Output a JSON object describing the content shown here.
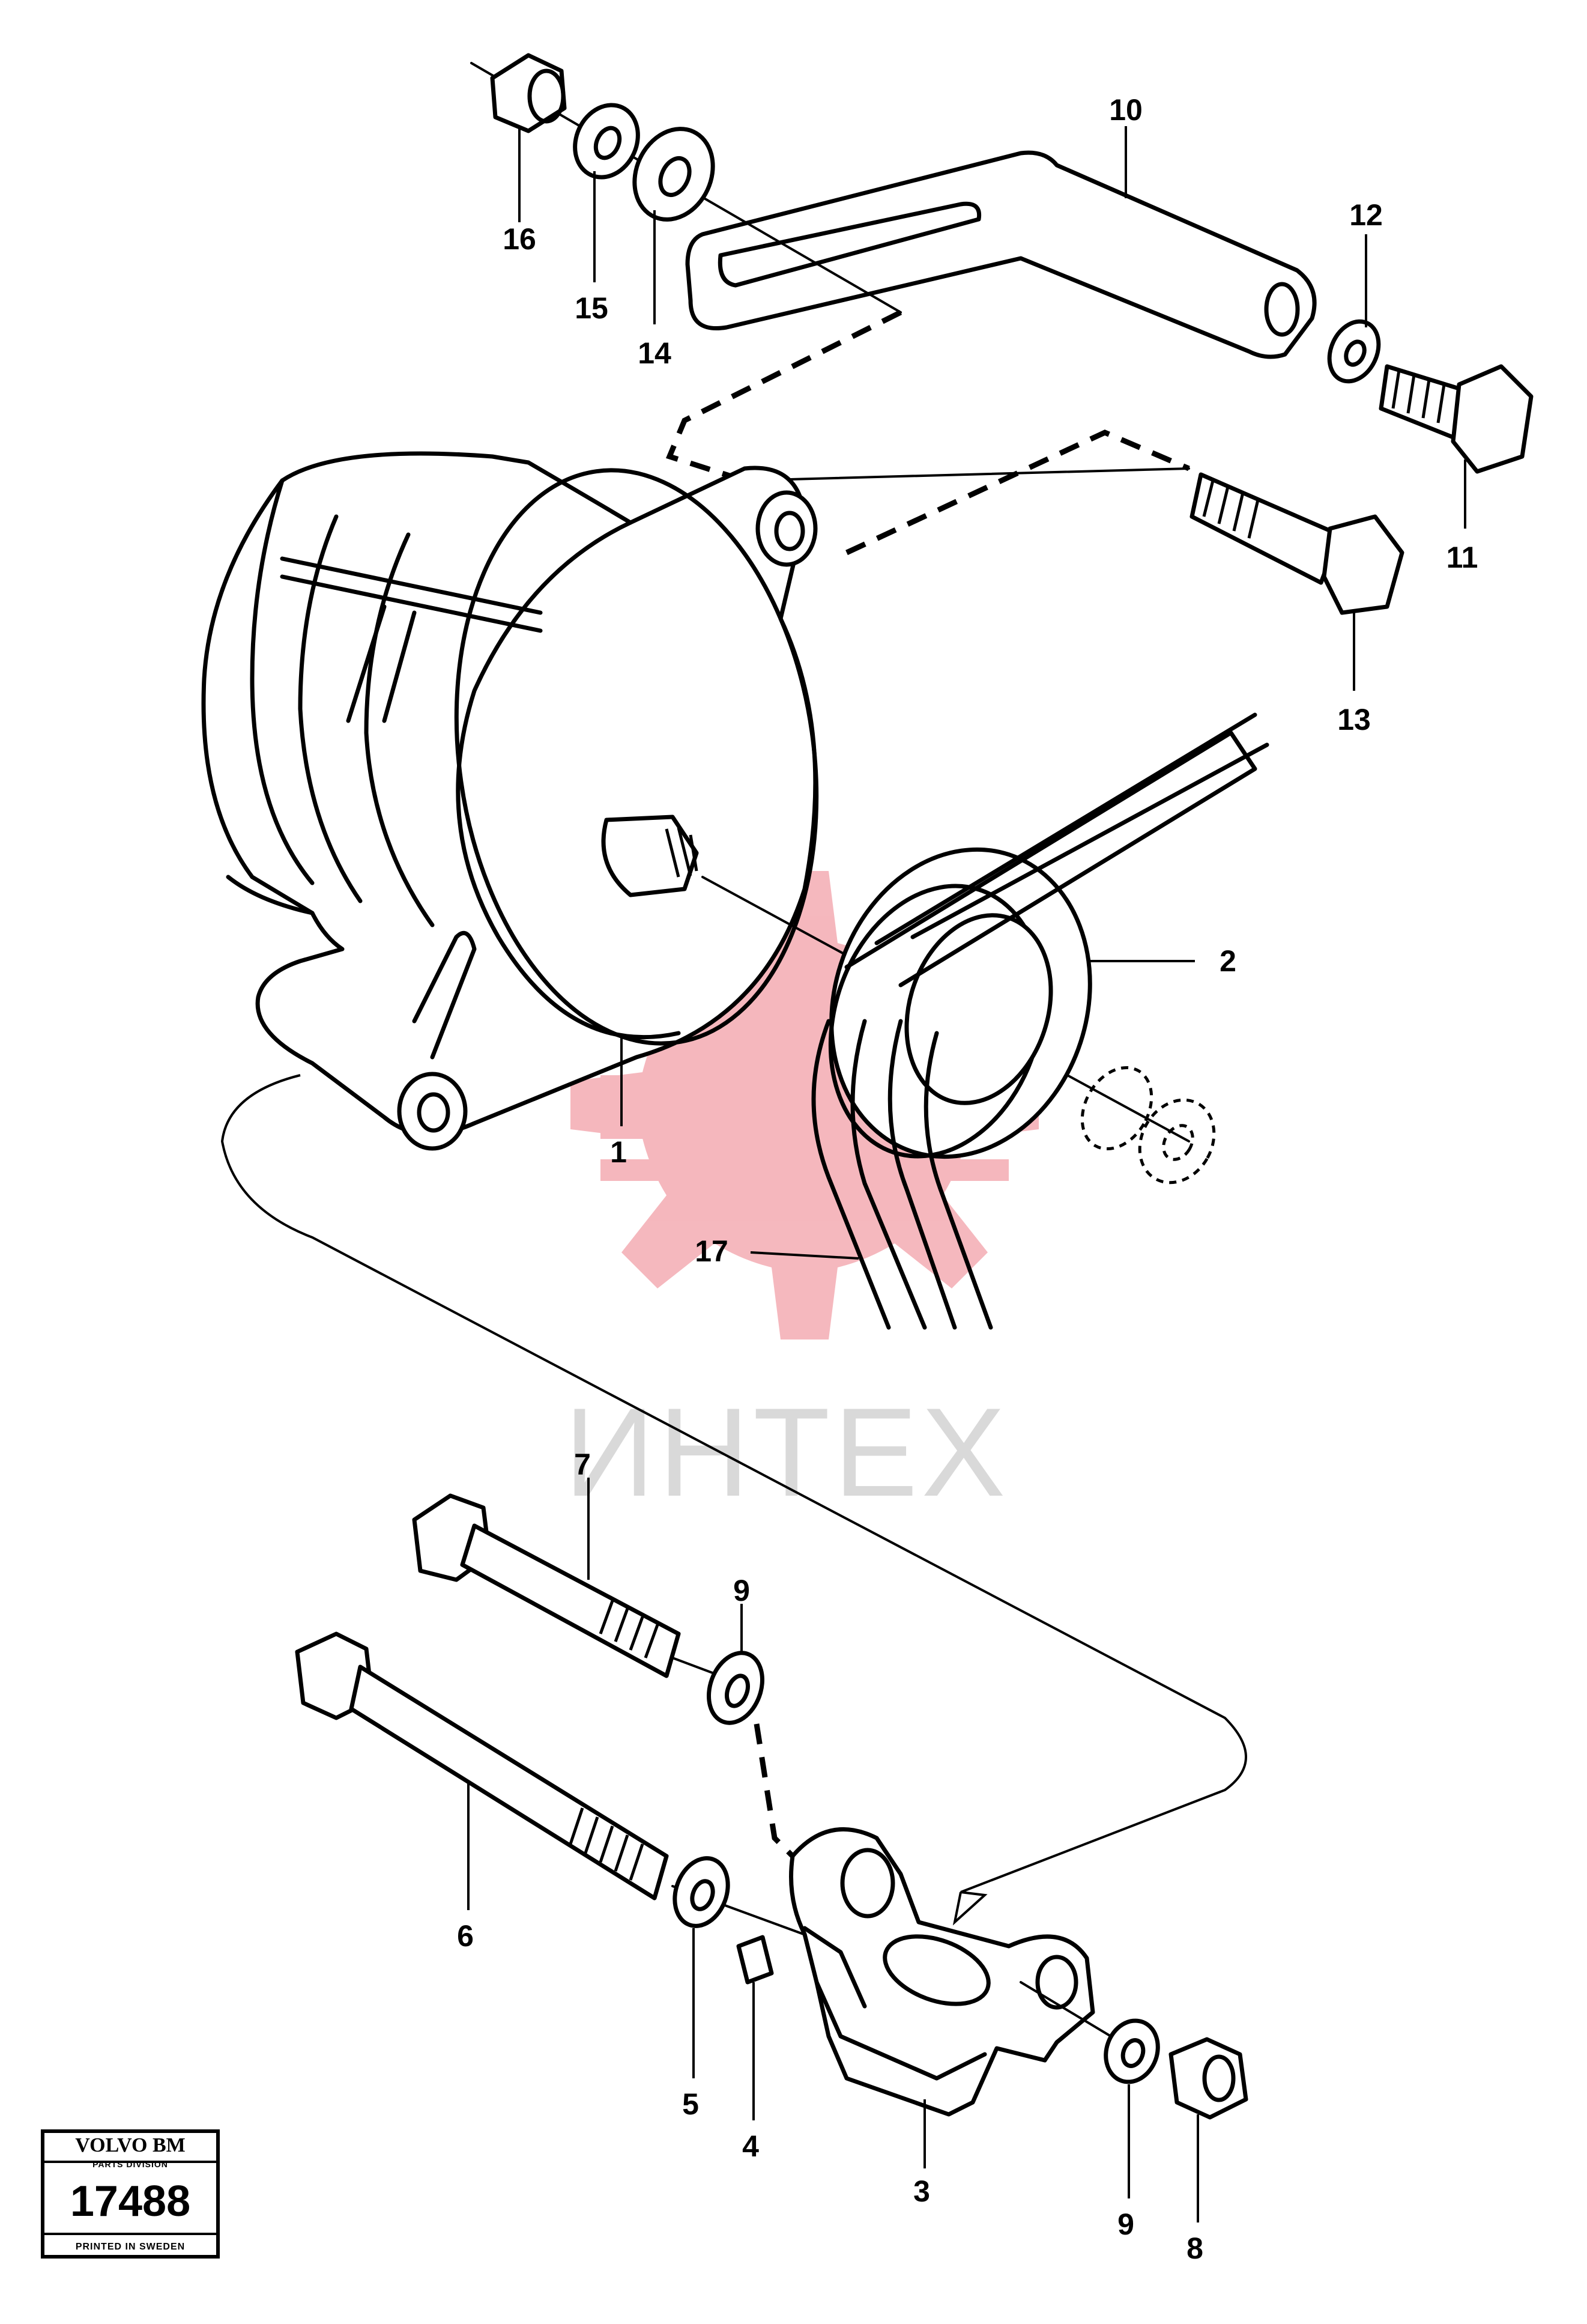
{
  "callouts": {
    "c1": "1",
    "c2": "2",
    "c3": "3",
    "c4": "4",
    "c5": "5",
    "c6": "6",
    "c7": "7",
    "c8": "8",
    "c9a": "9",
    "c9b": "9",
    "c10": "10",
    "c11": "11",
    "c12": "12",
    "c13": "13",
    "c14": "14",
    "c15": "15",
    "c16": "16",
    "c17": "17"
  },
  "watermark": {
    "text": "ИНТЕХ",
    "color": "#f2a0a8",
    "text_color": "#d9d9d9"
  },
  "stamp": {
    "brand": "VOLVO BM",
    "division": "PARTS DIVISION",
    "number": "17488",
    "printed": "PRINTED IN SWEDEN"
  }
}
